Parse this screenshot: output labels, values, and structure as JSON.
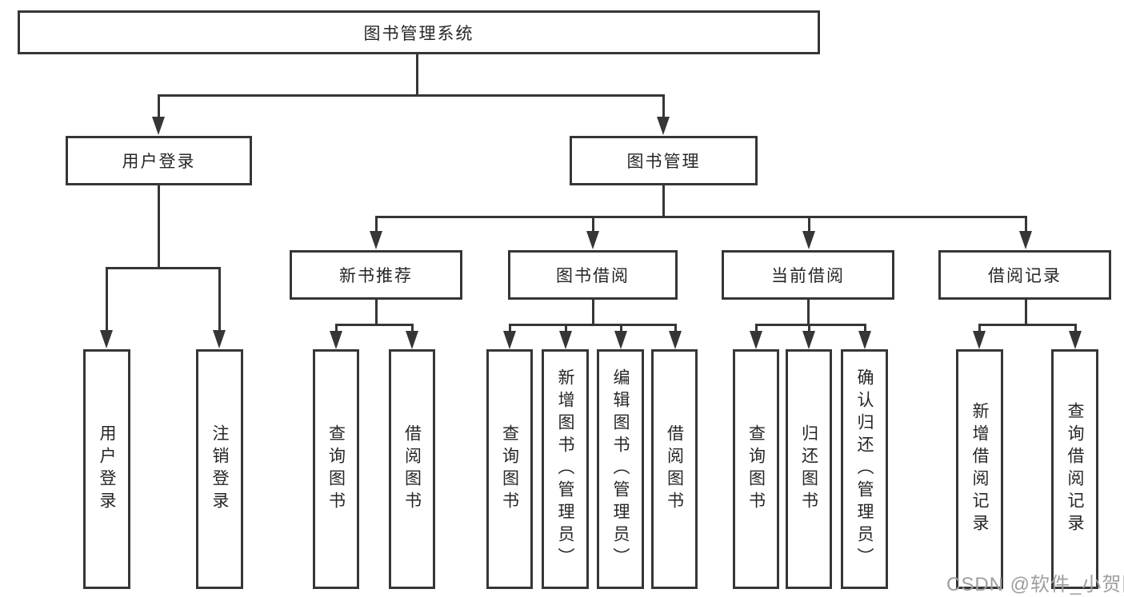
{
  "diagram": {
    "colors": {
      "line": "#363636",
      "text": "#262626",
      "background": "#ffffff",
      "watermark_color": "#9e9e9e"
    },
    "watermark": "CSDN @软件_小贺同学",
    "tree": {
      "root": {
        "label": "图书管理系统",
        "children": [
          {
            "label": "用户登录",
            "children": [
              {
                "label": "用户登录"
              },
              {
                "label": "注销登录"
              }
            ]
          },
          {
            "label": "图书管理",
            "children": [
              {
                "label": "新书推荐",
                "children": [
                  {
                    "label": "查询图书"
                  },
                  {
                    "label": "借阅图书"
                  }
                ]
              },
              {
                "label": "图书借阅",
                "children": [
                  {
                    "label": "查询图书"
                  },
                  {
                    "label": "新增图书（管理员）"
                  },
                  {
                    "label": "编辑图书（管理员）"
                  },
                  {
                    "label": "借阅图书"
                  }
                ]
              },
              {
                "label": "当前借阅",
                "children": [
                  {
                    "label": "查询图书"
                  },
                  {
                    "label": "归还图书"
                  },
                  {
                    "label": "确认归还（管理员）"
                  }
                ]
              },
              {
                "label": "借阅记录",
                "children": [
                  {
                    "label": "新增借阅记录"
                  },
                  {
                    "label": "查询借阅记录"
                  }
                ]
              }
            ]
          }
        ]
      }
    }
  }
}
